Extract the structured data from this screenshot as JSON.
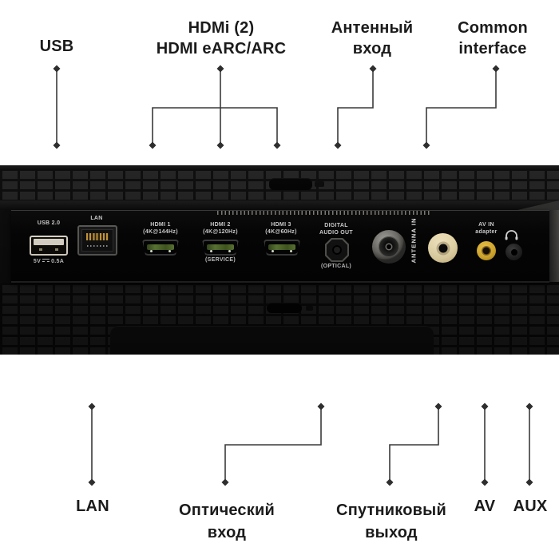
{
  "figure": {
    "type": "tv-rear-ports-annotated-diagram",
    "background": "#ffffff"
  },
  "colors": {
    "callout_text": "#1b1b1b",
    "callout_line": "#3a3a3a",
    "panel_black": "#0c0c0c",
    "panel_text": "#c9c9c9",
    "usb_cream": "#d9d3c6",
    "hdmi_green": "#5c7635",
    "antenna_metal": "#8a8884",
    "satellite_cream": "#eadcae",
    "av_yellow": "#d9ad2c"
  },
  "top_labels": {
    "usb": "USB",
    "hdmi_line1": "HDMi (2)",
    "hdmi_line2": "HDMI eARC/ARC",
    "antenna_line1": "Антенный",
    "antenna_line2": "вход",
    "ci_line1": "Common",
    "ci_line2": "interface"
  },
  "bottom_labels": {
    "lan": "LAN",
    "optical_line1": "Оптический",
    "optical_line2": "вход",
    "satellite_line1": "Спутниковый",
    "satellite_line2": "выход",
    "av": "AV",
    "aux": "AUX"
  },
  "panel": {
    "usb_title": "USB 2.0",
    "usb_power_volts": "5V",
    "usb_power_amps": "0.5A",
    "lan_title": "LAN",
    "hdmi1_title": "HDMI 1",
    "hdmi1_spec": "(4K@144Hz)",
    "hdmi2_title": "HDMI 2",
    "hdmi2_spec": "(4K@120Hz)",
    "hdmi2_note": "(SERVICE)",
    "hdmi3_title": "HDMI 3",
    "hdmi3_spec": "(4K@60Hz)",
    "optical_title1": "DIGITAL",
    "optical_title2": "AUDIO OUT",
    "optical_note": "(OPTICAL)",
    "antenna_title": "ANTENNA IN",
    "av_title1": "AV IN",
    "av_title2": "adapter"
  }
}
